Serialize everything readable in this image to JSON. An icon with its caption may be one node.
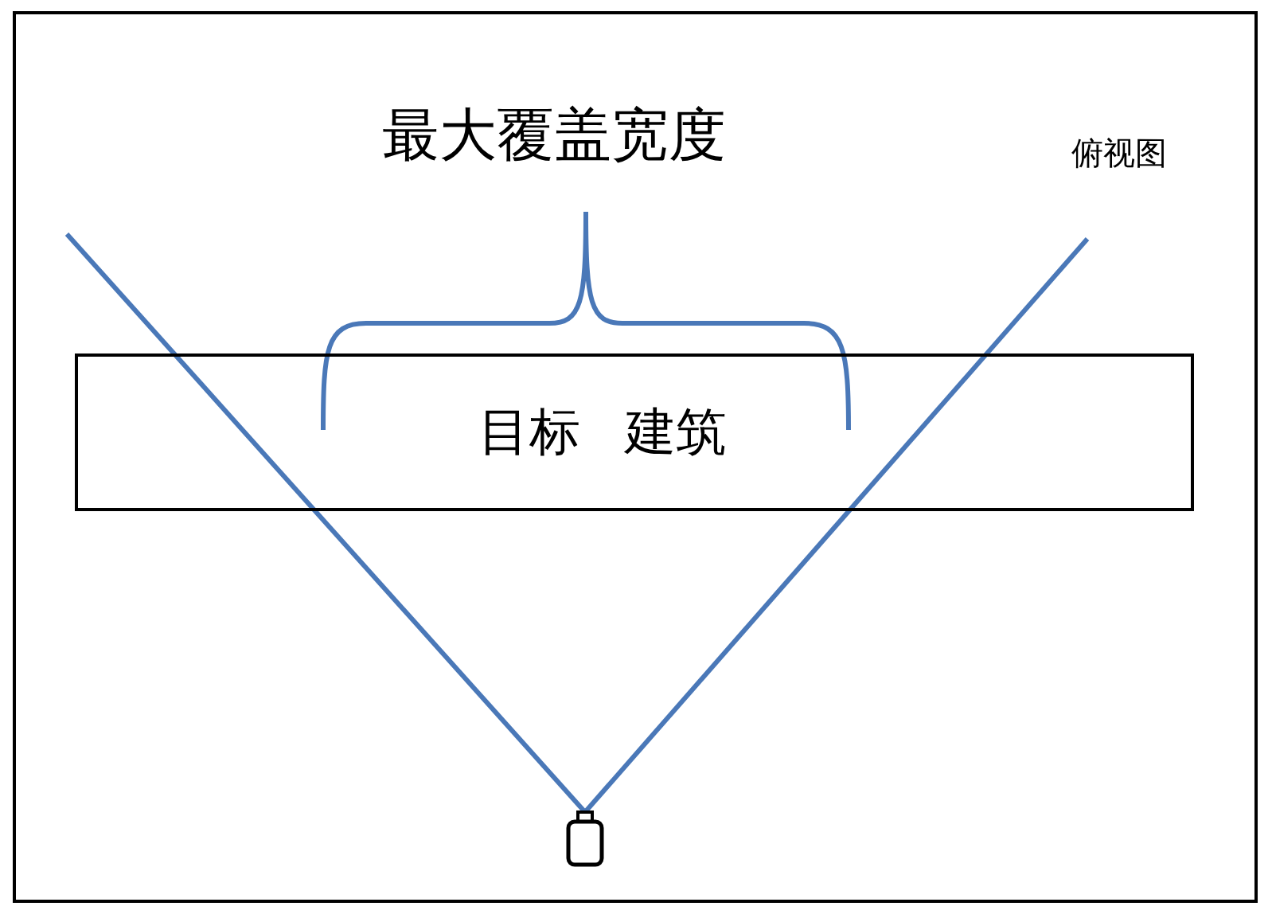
{
  "diagram": {
    "title": "最大覆盖宽度",
    "nodes": [
      {
        "text": [
          "目标 建筑"
        ]
      },
      {
        "text": [],
        "shape": "box"
      }
    ],
    "edges": [
      {
        "from": 1,
        "to": null,
        "arrow": "none"
      },
      {
        "from": 1,
        "to": null,
        "arrow": "none"
      }
    ],
    "labels": [
      "俯视图"
    ]
  }
}
